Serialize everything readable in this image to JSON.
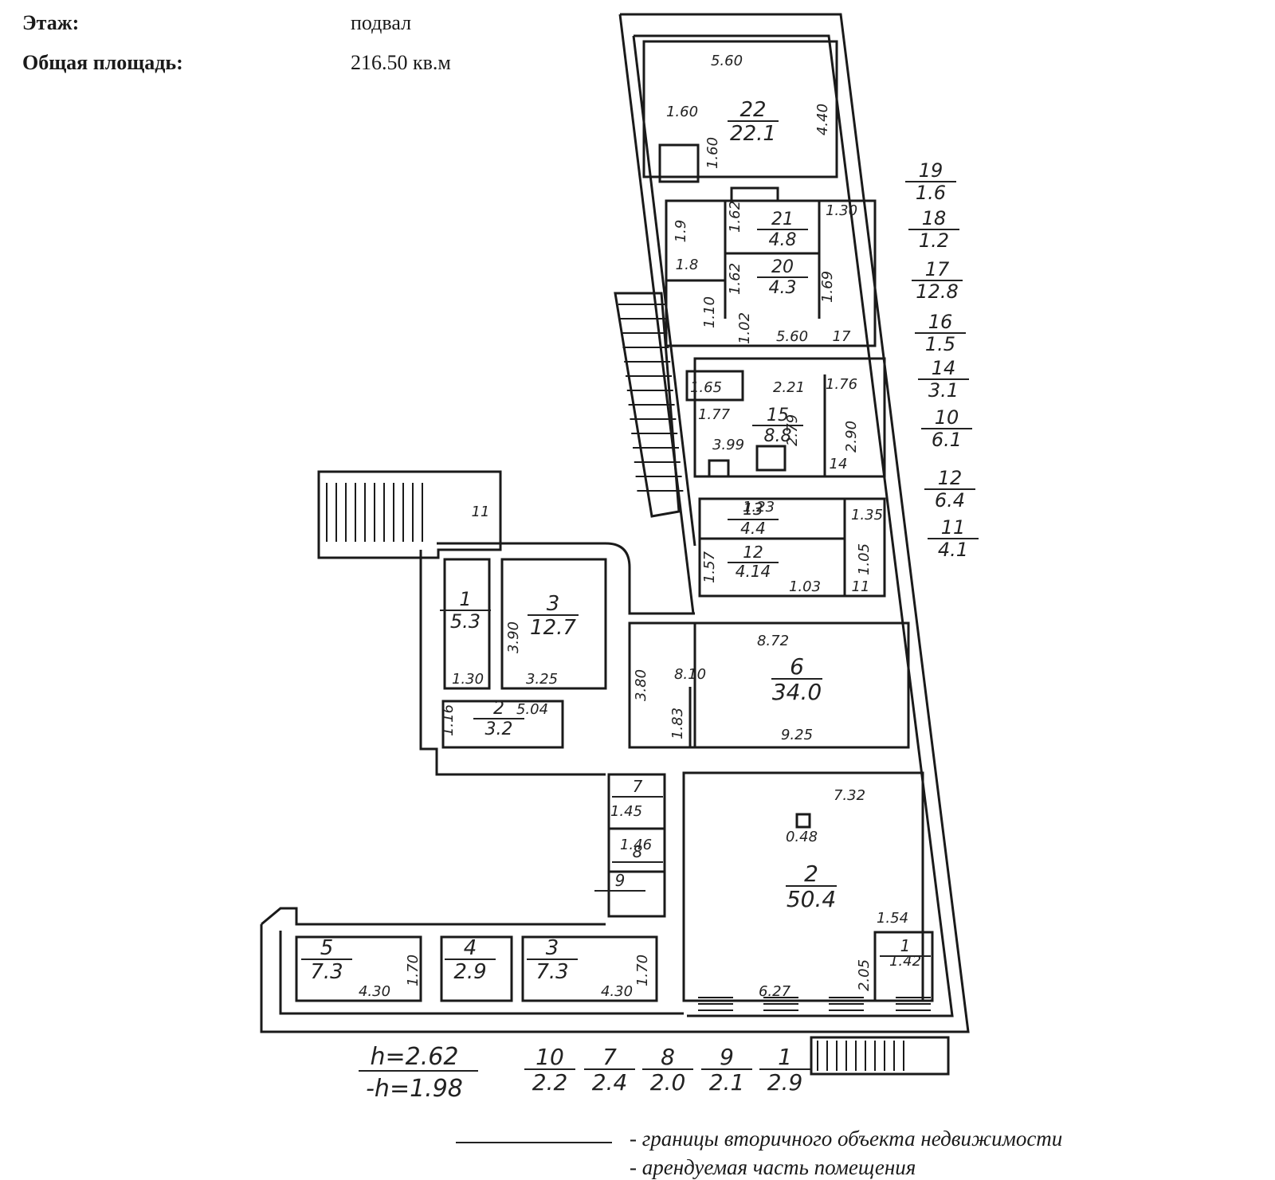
{
  "header": {
    "floor_label": "Этаж:",
    "floor_value": "подвал",
    "area_label": "Общая площадь:",
    "area_value": "216.50 кв.м"
  },
  "rooms": [
    {
      "id": "22",
      "area": "22.1"
    },
    {
      "id": "21",
      "area": "4.8"
    },
    {
      "id": "20",
      "area": "4.3"
    },
    {
      "id": "15",
      "area": "8.8"
    },
    {
      "id": "13",
      "area": "4.4"
    },
    {
      "id": "12",
      "area": "4.14"
    },
    {
      "id": "1",
      "area": "5.3"
    },
    {
      "id": "3",
      "area": "12.7"
    },
    {
      "id": "2",
      "area": "3.2"
    },
    {
      "id": "6",
      "area": "34.0"
    },
    {
      "id": "7",
      "area": ""
    },
    {
      "id": "8",
      "area": ""
    },
    {
      "id": "9",
      "area": ""
    },
    {
      "id": "2",
      "area": "50.4"
    },
    {
      "id": "1",
      "area": ""
    },
    {
      "id": "5",
      "area": "7.3"
    },
    {
      "id": "4",
      "area": "2.9"
    },
    {
      "id": "3",
      "area": "7.3"
    }
  ],
  "dimensions": [
    "5.60",
    "1.60",
    "4.40",
    "1.60",
    "1.62",
    "1.30",
    "1.9",
    "1.8",
    "1.62",
    "1.69",
    "1.10",
    "1.02",
    "5.60",
    "17",
    "1.65",
    "2.21",
    "1.76",
    "1.77",
    "3.99",
    "2.79",
    "2.90",
    "14",
    "1.23",
    "1.35",
    "1.57",
    "1.05",
    "1.03",
    "11",
    "8.72",
    "3.80",
    "8.10",
    "1.83",
    "9.25",
    "3.90",
    "3.25",
    "1.30",
    "5.04",
    "1.16",
    "7.32",
    "0.48",
    "1.54",
    "1.42",
    "2.05",
    "6.27",
    "4.30",
    "1.70",
    "4.30",
    "1.70",
    "1.45",
    "1.46",
    "11"
  ],
  "side_table": [
    {
      "num": "19",
      "area": "1.6"
    },
    {
      "num": "18",
      "area": "1.2"
    },
    {
      "num": "17",
      "area": "12.8"
    },
    {
      "num": "16",
      "area": "1.5"
    },
    {
      "num": "14",
      "area": "3.1"
    },
    {
      "num": "10",
      "area": "6.1"
    },
    {
      "num": "12",
      "area": "6.4"
    },
    {
      "num": "11",
      "area": "4.1"
    }
  ],
  "footer": {
    "h_main": "h=2.62",
    "h_sub": "-h=1.98",
    "fractions": [
      {
        "num": "10",
        "den": "2.2"
      },
      {
        "num": "7",
        "den": "2.4"
      },
      {
        "num": "8",
        "den": "2.0"
      },
      {
        "num": "9",
        "den": "2.1"
      },
      {
        "num": "1",
        "den": "2.9"
      }
    ]
  },
  "legend": {
    "boundary_label": "- границы вторичного объекта недвижимости",
    "rented_label": "- арендуемая часть помещения"
  }
}
